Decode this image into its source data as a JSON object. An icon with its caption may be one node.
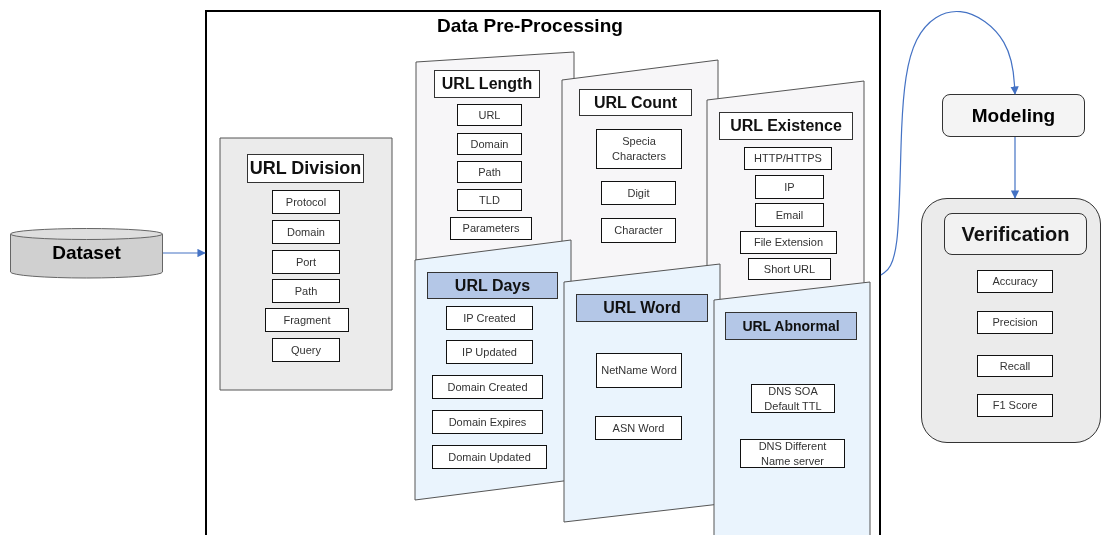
{
  "diagram": {
    "nodes": [
      {
        "text": [
          "Dataset"
        ]
      },
      {
        "text": [
          "Data Pre-Processing"
        ]
      },
      {
        "text": [
          "URL Division"
        ],
        "in": 1
      },
      {
        "text": [
          "Protocol"
        ],
        "in": 2
      },
      {
        "text": [
          "Domain"
        ],
        "in": 2
      },
      {
        "text": [
          "Port"
        ],
        "in": 2
      },
      {
        "text": [
          "Path"
        ],
        "in": 2
      },
      {
        "text": [
          "Fragment"
        ],
        "in": 2
      },
      {
        "text": [
          "Query"
        ],
        "in": 2
      },
      {
        "text": [
          "URL Length"
        ],
        "in": 1
      },
      {
        "text": [
          "URL"
        ],
        "in": 9
      },
      {
        "text": [
          "Domain"
        ],
        "in": 9
      },
      {
        "text": [
          "Path"
        ],
        "in": 9
      },
      {
        "text": [
          "TLD"
        ],
        "in": 9
      },
      {
        "text": [
          "Parameters"
        ],
        "in": 9
      },
      {
        "text": [
          "URL Count"
        ],
        "in": 1
      },
      {
        "text": [
          "Specia Characters"
        ],
        "in": 15
      },
      {
        "text": [
          "Digit"
        ],
        "in": 15
      },
      {
        "text": [
          "Character"
        ],
        "in": 15
      },
      {
        "text": [
          "URL Existence"
        ],
        "in": 1
      },
      {
        "text": [
          "HTTP/HTTPS"
        ],
        "in": 19
      },
      {
        "text": [
          "IP"
        ],
        "in": 19
      },
      {
        "text": [
          "Email"
        ],
        "in": 19
      },
      {
        "text": [
          "File Extension"
        ],
        "in": 19
      },
      {
        "text": [
          "Short URL"
        ],
        "in": 19
      },
      {
        "text": [
          "URL Days"
        ],
        "in": 1
      },
      {
        "text": [
          "IP Created"
        ],
        "in": 25
      },
      {
        "text": [
          "IP Updated"
        ],
        "in": 25
      },
      {
        "text": [
          "Domain Created"
        ],
        "in": 25
      },
      {
        "text": [
          "Domain Expires"
        ],
        "in": 25
      },
      {
        "text": [
          "Domain Updated"
        ],
        "in": 25
      },
      {
        "text": [
          "URL Word"
        ],
        "in": 1
      },
      {
        "text": [
          "NetName Word"
        ],
        "in": 31
      },
      {
        "text": [
          "ASN Word"
        ],
        "in": 31
      },
      {
        "text": [
          "URL Abnormal"
        ],
        "in": 1
      },
      {
        "text": [
          "DNS SOA Default TTL"
        ],
        "in": 34
      },
      {
        "text": [
          "DNS Different Name server"
        ],
        "in": 34
      },
      {
        "text": [
          "Modeling"
        ]
      },
      {
        "text": [
          "Verification"
        ]
      },
      {
        "text": [
          "Accuracy"
        ],
        "in": 38
      },
      {
        "text": [
          "Precision"
        ],
        "in": 38
      },
      {
        "text": [
          "Recall"
        ],
        "in": 38
      },
      {
        "text": [
          "F1 Score"
        ],
        "in": 38
      }
    ],
    "edges": [
      {
        "from": 0,
        "to": 1,
        "arrow": "to"
      },
      {
        "from": 1,
        "to": 37,
        "arrow": "to"
      },
      {
        "from": 37,
        "to": 38,
        "arrow": "to"
      }
    ]
  }
}
